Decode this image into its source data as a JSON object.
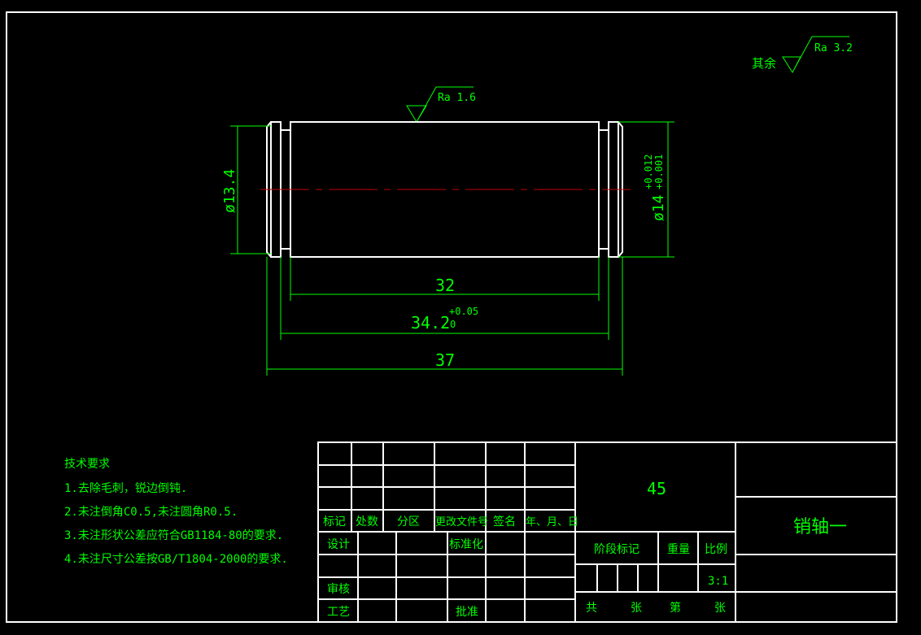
{
  "roughness": {
    "other_label": "其余",
    "other_value": "Ra 3.2",
    "surface_value": "Ra 1.6"
  },
  "dimensions": {
    "dia_left": "ø13.4",
    "dia_right": "ø14",
    "dia_right_upper_tol": "+0.012",
    "dia_right_lower_tol": "+0.001",
    "len_inner": "32",
    "len_mid": "34.2",
    "len_mid_upper_tol": "+0.05",
    "len_mid_lower_tol": "0",
    "len_total": "37"
  },
  "tech_requirements": {
    "title": "技术要求",
    "items": [
      "1.去除毛刺，锐边倒钝.",
      "2.未注倒角C0.5,未注圆角R0.5.",
      "3.未注形状公差应符合GB1184-80的要求.",
      "4.未注尺寸公差按GB/T1804-2000的要求."
    ]
  },
  "title_block": {
    "headers": [
      "标记",
      "处数",
      "分区",
      "更改文件号",
      "签名",
      "年、月、日"
    ],
    "design": "设计",
    "standardize": "标准化",
    "review": "审核",
    "process": "工艺",
    "approve": "批准",
    "material": "45",
    "stage_mark": "阶段标记",
    "weight": "重量",
    "scale_label": "比例",
    "scale": "3:1",
    "total": "共",
    "sheets": "张",
    "page": "第",
    "sheet2": "张",
    "part_name": "销轴一"
  }
}
